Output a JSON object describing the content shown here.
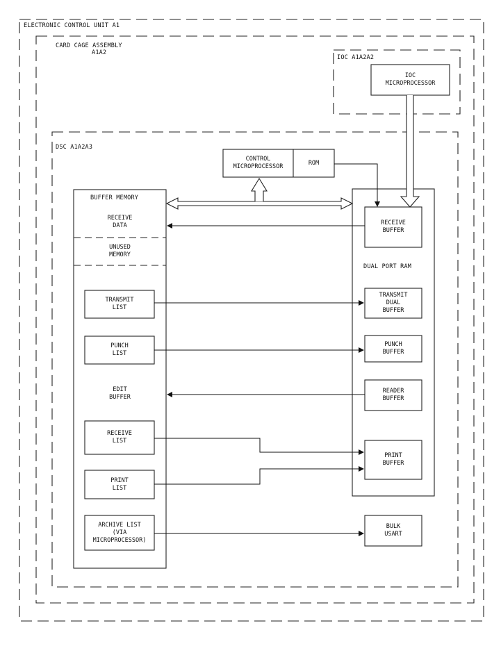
{
  "labels": {
    "ecu": "ELECTRONIC CONTROL UNIT A1",
    "card_cage_line1": "CARD CAGE ASSEMBLY",
    "card_cage_line2": "A1A2",
    "ioc_group": "IOC A1A2A2",
    "dsc_group": "DSC A1A2A3",
    "ioc_micro": "IOC\nMICROPROCESSOR",
    "control_micro": "CONTROL\nMICROPROCESSOR",
    "rom": "ROM",
    "buffer_memory": "BUFFER MEMORY",
    "receive_data": "RECEIVE\nDATA",
    "unused_memory": "UNUSED\nMEMORY",
    "transmit_list": "TRANSMIT\nLIST",
    "punch_list": "PUNCH\nLIST",
    "edit_buffer": "EDIT\nBUFFER",
    "receive_list": "RECEIVE\nLIST",
    "print_list": "PRINT\nLIST",
    "archive_list": "ARCHIVE LIST\n(VIA\nMICROPROCESSOR)",
    "dual_port_ram": "DUAL PORT RAM",
    "receive_buffer": "RECEIVE\nBUFFER",
    "transmit_dual_buffer": "TRANSMIT\nDUAL\nBUFFER",
    "punch_buffer": "PUNCH\nBUFFER",
    "reader_buffer": "READER\nBUFFER",
    "print_buffer": "PRINT\nBUFFER",
    "bulk_usart": "BULK\nUSART"
  }
}
